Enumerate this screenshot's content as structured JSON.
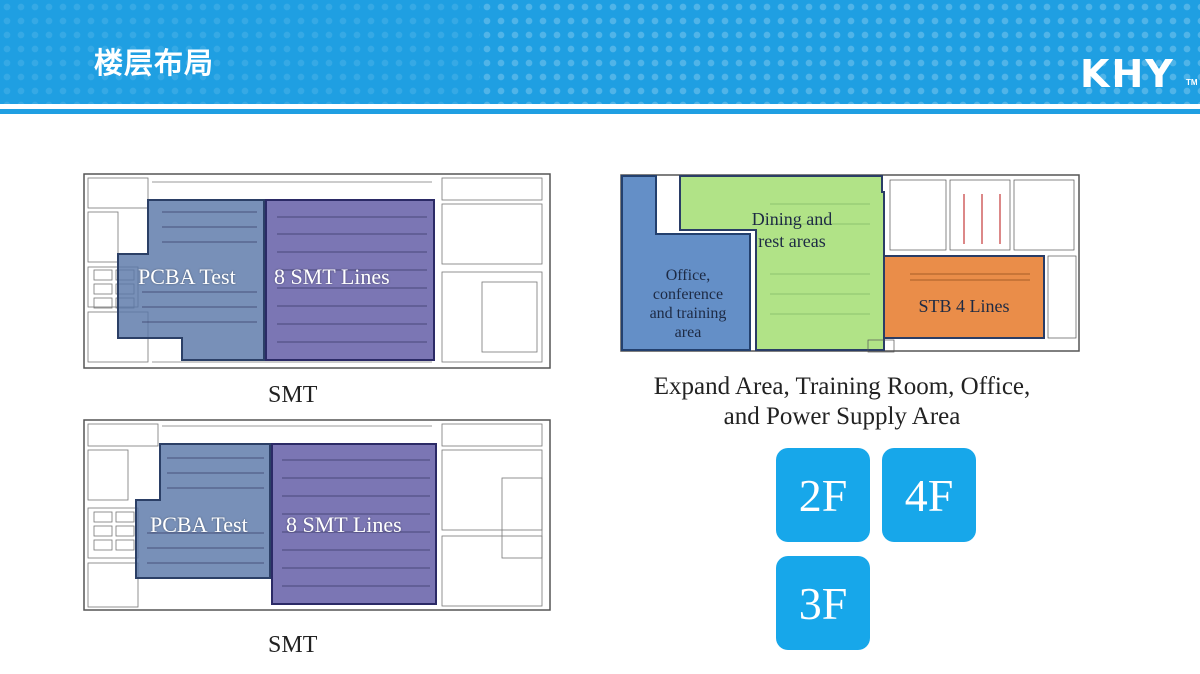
{
  "header": {
    "title": "楼层布局",
    "logo": "KHY",
    "logo_tm": "TM"
  },
  "colors": {
    "brand_blue": "#1f9fe2",
    "button_blue": "#17a7ea",
    "pcba_zone": "#5a77a8",
    "smt_zone": "#5e58a4",
    "office_zone": "#4f7fbf",
    "dining_zone": "#a9e07a",
    "stb_zone": "#e8833a"
  },
  "plan_top": {
    "pcba_label": "PCBA Test",
    "smt_label": "8 SMT Lines",
    "caption": "SMT"
  },
  "plan_bottom": {
    "pcba_label": "PCBA Test",
    "smt_label": "8 SMT Lines",
    "caption": "SMT"
  },
  "plan_right": {
    "office_label": "Office,\nconference\nand training\narea",
    "dining_label": "Dining and\nrest areas",
    "stb_label": "STB 4 Lines",
    "caption_line1": "Expand Area, Training Room, Office,",
    "caption_line2": "and Power Supply Area"
  },
  "floors": [
    {
      "label": "2F"
    },
    {
      "label": "4F"
    },
    {
      "label": "3F"
    }
  ]
}
